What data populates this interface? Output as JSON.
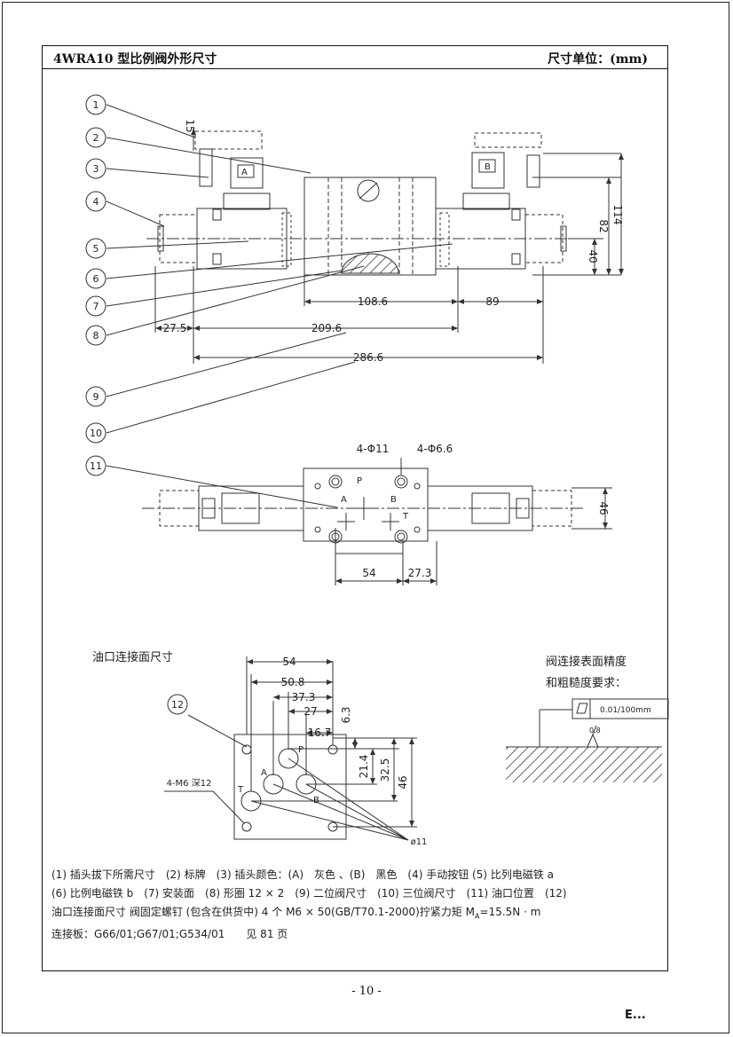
{
  "header": {
    "title": "4WRA10 型比例阀外形尺寸",
    "unit": "尺寸单位：(mm)"
  },
  "callouts": [
    "1",
    "2",
    "3",
    "4",
    "5",
    "6",
    "7",
    "8",
    "9",
    "10",
    "11",
    "12"
  ],
  "dims": {
    "d15": "15",
    "d108": "108.6",
    "d89": "89",
    "d27": "27.5",
    "d209": "209.6",
    "d286": "286.6",
    "d40": "40",
    "d82": "82",
    "d114": "114",
    "hole11": "4-Φ11",
    "hole66": "4-Φ6.6",
    "d46": "46",
    "d54": "54",
    "d273": "27.3",
    "s54": "54",
    "s508": "50.8",
    "s373": "37.3",
    "s27": "27",
    "s167": "16.7",
    "s63": "6.3",
    "s214": "21.4",
    "s325": "32.5",
    "s46": "46",
    "s11": "ø11",
    "m6": "4-M6 深12"
  },
  "ports": {
    "p": "P",
    "a": "A",
    "b": "B",
    "t": "T",
    "sa": "A",
    "sb": "B"
  },
  "labels": {
    "oil_face": "油口连接面尺寸",
    "finish_1": "阀连接表面精度",
    "finish_2": "和粗糙度要求：",
    "flatness": "0.01/100mm",
    "roughness": "0.8"
  },
  "notes": {
    "line1": "(1) 插头拔下所需尺寸　(2) 标牌　(3) 插头颜色：(A)　灰色 、(B)　黑色　(4) 手动按钮 (5) 比列电磁铁 a",
    "line2": "(6) 比例电磁铁 b　(7) 安装面　(8) 形圈 12 × 2　(9) 二位阀尺寸　(10) 三位阀尺寸　(11) 油口位置　(12)",
    "line3": "油口连接面尺寸 阀固定螺钉 (包含在供货中) 4 个 M6 × 50(GB/T70.1-2000)拧紧力矩 M",
    "line3_sub": "A",
    "line3_end": "=15.5N · m",
    "line4": "连接板：G66/01;G67/01;G534/01　　见 81 页"
  },
  "footer": {
    "page": "- 10 -",
    "mark": "E..."
  }
}
